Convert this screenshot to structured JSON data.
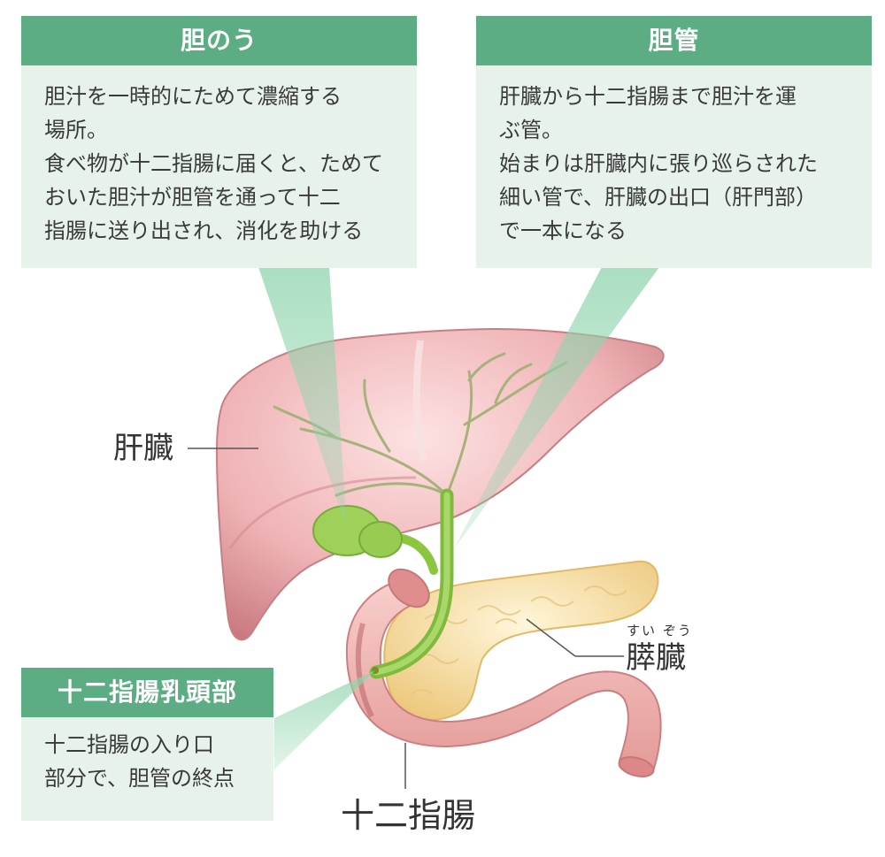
{
  "callouts": {
    "gallbladder": {
      "title": "胆のう",
      "lines": [
        "胆汁を一時的にためて濃縮する\n場所。",
        "食べ物が十二指腸に届くと、ためて\nおいた胆汁が胆管を通って十二\n指腸に送り出され、消化を助ける"
      ]
    },
    "bile_duct": {
      "title": "胆管",
      "lines": [
        "肝臓から十二指腸まで胆汁を運\nぶ管。",
        "始まりは肝臓内に張り巡らされた\n細い管で、肝臓の出口（肝門部）\nで一本になる"
      ]
    },
    "papilla": {
      "title": "十二指腸乳頭部",
      "lines": [
        "十二指腸の入り口\n部分で、胆管の終点"
      ]
    }
  },
  "labels": {
    "liver": "肝臓",
    "pancreas": "膵臓",
    "pancreas_ruby": "すい ぞう",
    "duodenum": "十二指腸"
  },
  "colors": {
    "header_green": "#5cad84",
    "panel_mint": "#e6f2ea",
    "liver_pink": "#eaa3aa",
    "bile_green": "#8cc63f",
    "pancreas_yellow": "#f6dc9a",
    "duodenum_pink": "#f2b7b5"
  }
}
